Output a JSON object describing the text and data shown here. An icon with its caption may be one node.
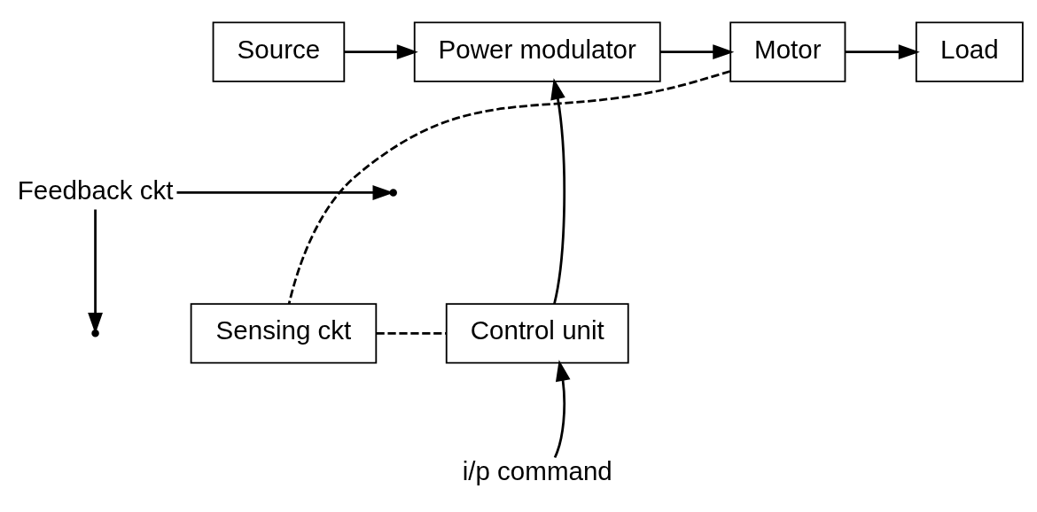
{
  "diagram": {
    "nodes": [
      {
        "text": [
          "Source"
        ]
      },
      {
        "text": [
          "Power modulator"
        ]
      },
      {
        "text": [
          "Motor"
        ]
      },
      {
        "text": [
          "Load"
        ]
      },
      {
        "text": [
          "Control unit"
        ]
      },
      {
        "text": [
          "Sensing ckt"
        ]
      },
      {
        "text": [
          "Feedback ckt"
        ]
      },
      {
        "text": [
          "i/p command"
        ]
      }
    ],
    "edges": [
      {
        "from": 0,
        "to": 1,
        "arrow": "to"
      },
      {
        "from": 1,
        "to": 2,
        "arrow": "to"
      },
      {
        "from": 2,
        "to": 3,
        "arrow": "to"
      },
      {
        "from": 4,
        "to": 1,
        "arrow": "to"
      },
      {
        "from": 7,
        "to": 4,
        "arrow": "to"
      },
      {
        "from": 2,
        "to": 5,
        "arrow": "none",
        "style": "dashed"
      },
      {
        "from": 5,
        "to": 4,
        "arrow": "none",
        "style": "dashed"
      },
      {
        "from": 6,
        "to": null,
        "arrow": "to"
      },
      {
        "from": 6,
        "to": null,
        "arrow": "to"
      }
    ]
  }
}
